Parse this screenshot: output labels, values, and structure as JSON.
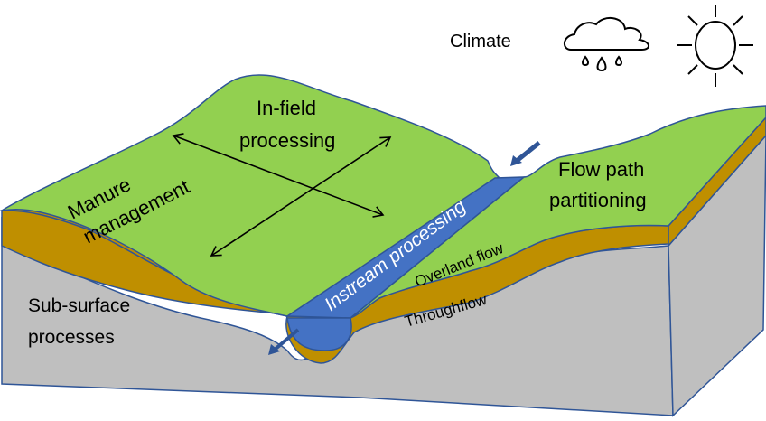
{
  "title": "Catchment nutrient processing diagram",
  "colors": {
    "grass": "#92d050",
    "soil": "#bf8f00",
    "bedrock": "#bfbfbf",
    "water": "#4472c4",
    "outline": "#2f5597",
    "arrow": "#000000",
    "text": "#000000",
    "stream_text": "#ffffff"
  },
  "labels": {
    "climate": "Climate",
    "in_field_line1": "In-field",
    "in_field_line2": "processing",
    "manure_line1": "Manure",
    "manure_line2": "management",
    "instream": "Instream processing",
    "flow_path_line1": "Flow path",
    "flow_path_line2": "partitioning",
    "overland_flow": "Overland flow",
    "throughflow": "Throughflow",
    "subsurface_line1": "Sub-surface",
    "subsurface_line2": "processes"
  },
  "icons": {
    "climate_rain": "rain-cloud-icon",
    "climate_sun": "sun-icon",
    "stream_inflow": "inflow-arrow-icon",
    "stream_outflow": "outflow-arrow-icon",
    "in_field_arrows": "double-headed-cross-arrows"
  }
}
